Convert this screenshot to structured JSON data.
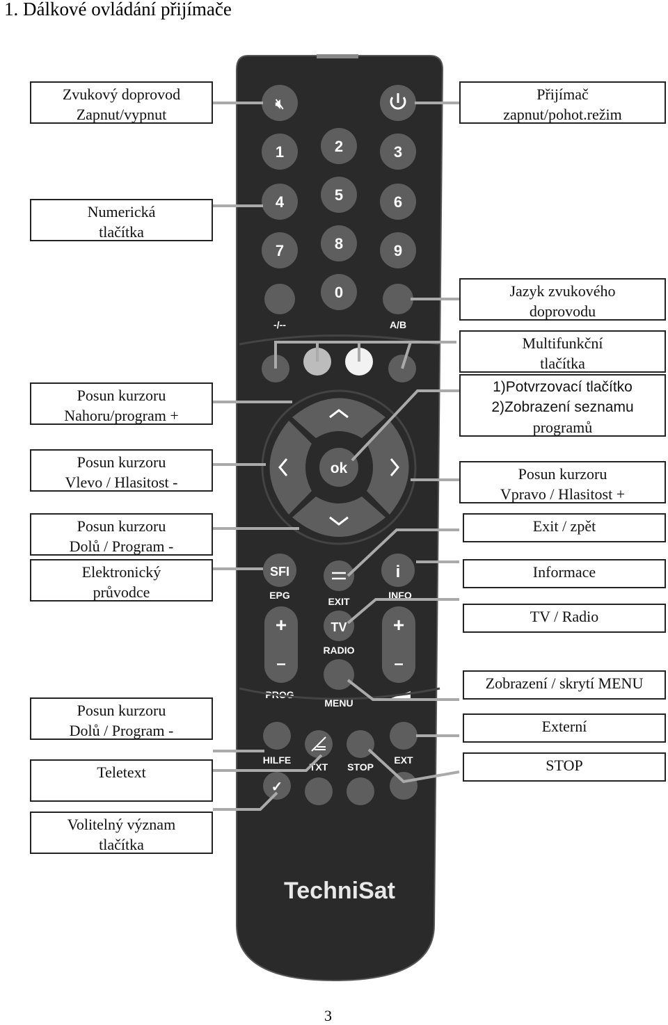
{
  "heading": "1. Dálkové ovládání přijímače",
  "labels_left": {
    "mute": [
      "Zvukový doprovod",
      "Zapnut/vypnut"
    ],
    "numeric": [
      "Numerická",
      "tlačítka"
    ],
    "up": [
      "Posun kurzoru",
      "Nahoru/program +"
    ],
    "left": [
      "Posun kurzoru",
      "Vlevo / Hlasitost -"
    ],
    "down": [
      "Posun kurzoru",
      "Dolů / Program -"
    ],
    "epg": [
      "Elektronický",
      "průvodce"
    ],
    "prog": [
      "Posun kurzoru",
      "Dolů / Program -"
    ],
    "teletext": [
      "Teletext"
    ],
    "optional": [
      "Volitelný význam",
      "tlačítka"
    ]
  },
  "labels_right": {
    "power": [
      "Přijímač",
      "zapnut/pohot.režim"
    ],
    "audio_lang": [
      "Jazyk zvukového",
      "doprovodu"
    ],
    "multi": [
      "Multifunkční",
      "tlačítka"
    ],
    "ok": [
      "1)Potvrzovací tlačítko",
      "2)Zobrazení seznamu",
      "programů"
    ],
    "right": [
      "Posun kurzoru",
      "Vpravo / Hlasitost +"
    ],
    "exit": [
      "Exit / zpět"
    ],
    "info": [
      "Informace"
    ],
    "tv_radio": [
      "TV / Radio"
    ],
    "menu": [
      "Zobrazení / skrytí MENU"
    ],
    "ext": [
      "Externí"
    ],
    "stop": [
      "STOP"
    ]
  },
  "remote": {
    "brand": "TechniSat",
    "numbers": [
      "1",
      "2",
      "3",
      "4",
      "5",
      "6",
      "7",
      "8",
      "9",
      "0"
    ],
    "btn_texts": {
      "dash": "-/--",
      "ab": "A/B",
      "ok": "ok",
      "sfi": "SFI",
      "epg": "EPG",
      "exit": "EXIT",
      "info_i": "i",
      "info": "INFO",
      "tv": "TV",
      "radio": "RADIO",
      "plus": "+",
      "minus": "–",
      "prog": "PROG",
      "menu": "MENU",
      "hilfe": "HILFE",
      "txt": "TXT",
      "stop": "STOP",
      "ext": "EXT",
      "check": "✓"
    },
    "colors": {
      "body": "#2a2a2a",
      "body_edge": "#3a3a3a",
      "button": "#5e5e5e",
      "button_light": "#bcbcbc",
      "button_white": "#f2f2f2"
    }
  },
  "page_number": "3"
}
